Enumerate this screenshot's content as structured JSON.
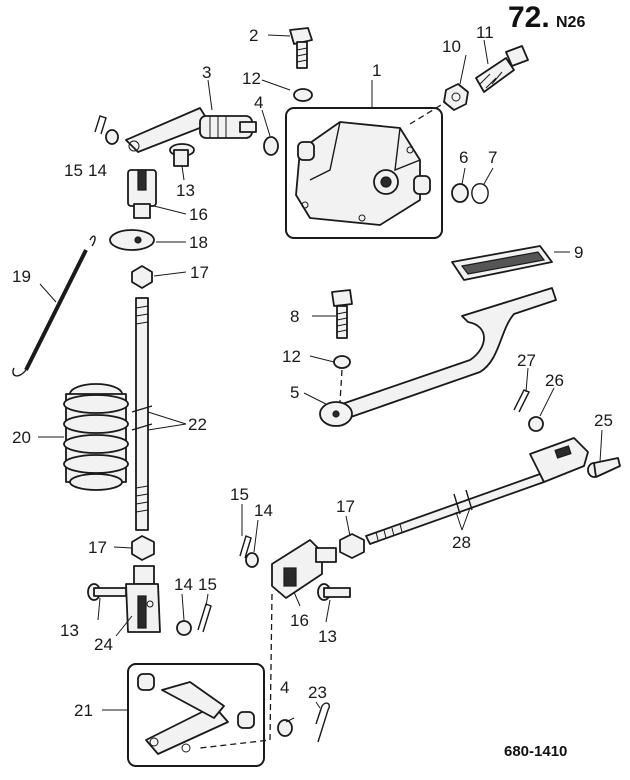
{
  "page_number": "72.",
  "page_suffix": "N26",
  "reference": "680-1410",
  "callouts": {
    "c1": "1",
    "c2": "2",
    "c3": "3",
    "c4a": "4",
    "c4b": "4",
    "c5": "5",
    "c6": "6",
    "c7": "7",
    "c8": "8",
    "c9": "9",
    "c10": "10",
    "c11": "11",
    "c12a": "12",
    "c12b": "12",
    "c13a": "13",
    "c13b": "13",
    "c13c": "13",
    "c14a": "14",
    "c14b": "14",
    "c14c": "14",
    "c15a": "15",
    "c15b": "15",
    "c15c": "15",
    "c16a": "16",
    "c16b": "16",
    "c17a": "17",
    "c17b": "17",
    "c17c": "17",
    "c18": "18",
    "c19": "19",
    "c20": "20",
    "c21": "21",
    "c22": "22",
    "c23": "23",
    "c24": "24",
    "c25": "25",
    "c26": "26",
    "c27": "27",
    "c28": "28"
  }
}
